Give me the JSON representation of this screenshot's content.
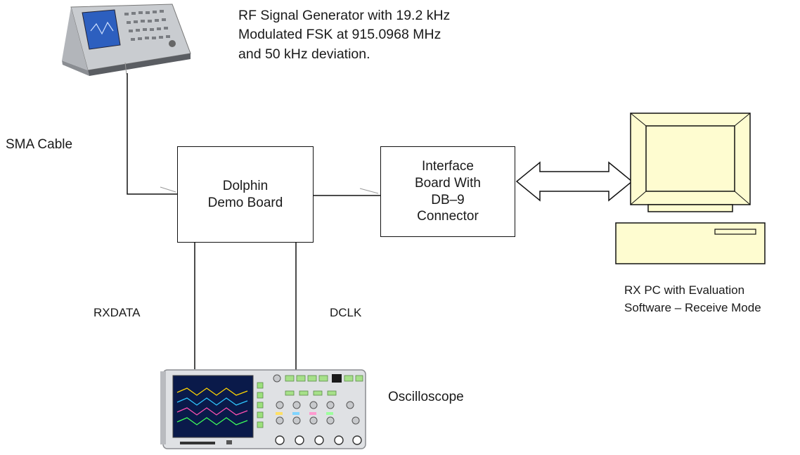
{
  "signal_generator": {
    "caption": "RF Signal Generator with 19.2 kHz\nModulated FSK at 915.0968 MHz\nand 50 kHz deviation.",
    "icon": "signal-generator-icon"
  },
  "cable_label": "SMA Cable",
  "dolphin_board": {
    "label": "Dolphin\nDemo Board"
  },
  "interface_board": {
    "label": "Interface\nBoard With\nDB–9\nConnector"
  },
  "pc": {
    "caption": "RX PC with Evaluation\nSoftware – Receive Mode",
    "icon": "computer-icon",
    "color": "#fefcd0"
  },
  "rxdata_label": "RXDATA",
  "dclk_label": "DCLK",
  "oscilloscope": {
    "caption": "Oscilloscope",
    "icon": "oscilloscope-icon"
  }
}
